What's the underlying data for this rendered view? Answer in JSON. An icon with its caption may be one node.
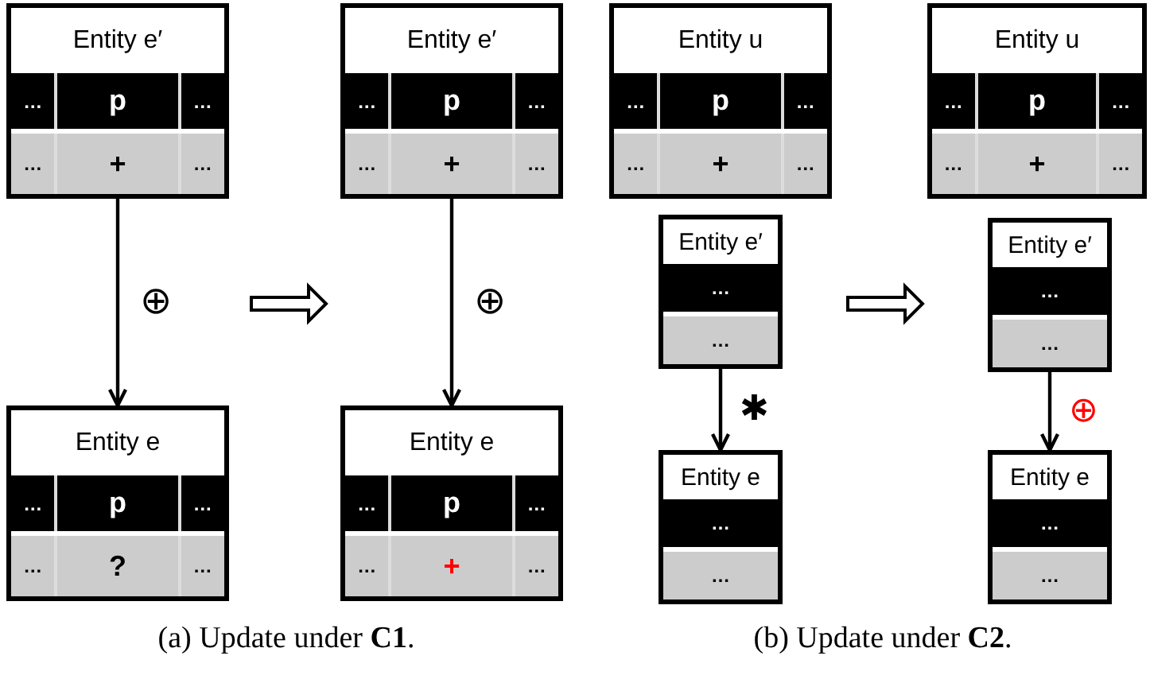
{
  "diagram": {
    "nodes": [
      {
        "text": [
          "Entity e′",
          "…",
          "p",
          "…",
          "…",
          "+",
          "…"
        ]
      },
      {
        "text": [
          "Entity e",
          "…",
          "p",
          "…",
          "…",
          "?",
          "…"
        ]
      },
      {
        "text": [
          "Entity e′",
          "…",
          "p",
          "…",
          "…",
          "+",
          "…"
        ]
      },
      {
        "text": [
          "Entity e",
          "…",
          "p",
          "…",
          "…",
          "+",
          "…"
        ]
      },
      {
        "text": [
          "Entity u",
          "…",
          "p",
          "…",
          "…",
          "+",
          "…"
        ]
      },
      {
        "text": [
          "Entity e′",
          "…",
          "…"
        ]
      },
      {
        "text": [
          "Entity e",
          "…",
          "…"
        ]
      },
      {
        "text": [
          "Entity u",
          "…",
          "p",
          "…",
          "…",
          "+",
          "…"
        ]
      },
      {
        "text": [
          "Entity e′",
          "…",
          "…"
        ]
      },
      {
        "text": [
          "Entity e",
          "…",
          "…"
        ]
      }
    ],
    "edges": [
      {
        "from": 0,
        "to": 1,
        "arrow": "to",
        "label": "⊕"
      },
      {
        "from": 2,
        "to": 3,
        "arrow": "to",
        "label": "⊕"
      },
      {
        "from": 5,
        "to": 6,
        "arrow": "to",
        "label": "✱"
      },
      {
        "from": 8,
        "to": 9,
        "arrow": "to",
        "label": "⊕"
      }
    ],
    "labels": [
      "(a) Update under **C1**.",
      "(b) Update under **C2**."
    ]
  }
}
